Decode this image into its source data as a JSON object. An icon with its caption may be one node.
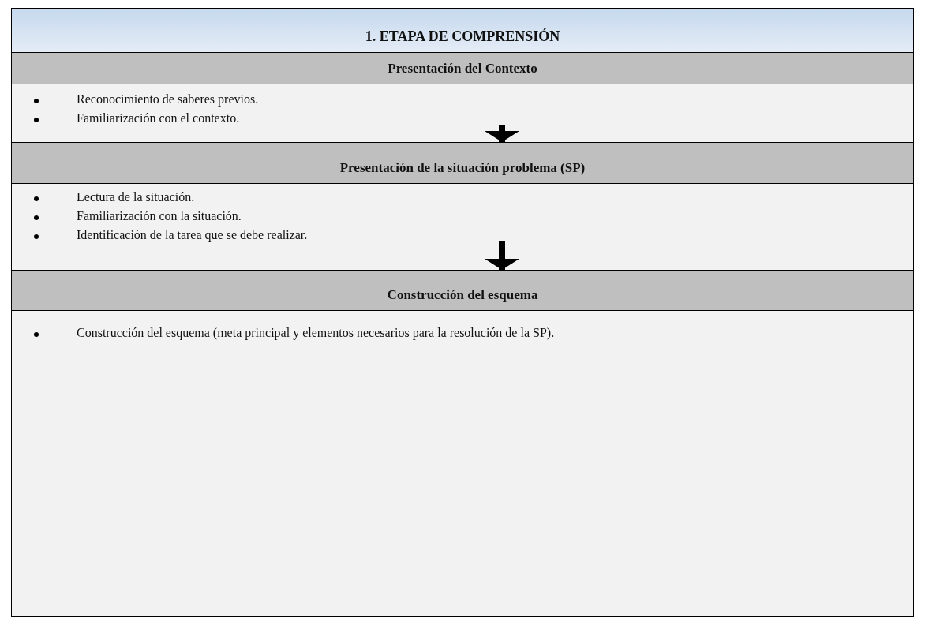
{
  "diagram": {
    "nodes": [
      {
        "text": [
          "1. ETAPA DE COMPRENSIÓN"
        ]
      },
      {
        "text": [
          "Presentación del Contexto"
        ]
      },
      {
        "text": [
          "Reconocimiento de saberes previos.",
          "Familiarización con el contexto."
        ]
      },
      {
        "text": [
          "Presentación de la situación problema (SP)"
        ]
      },
      {
        "text": [
          "Lectura de la situación.",
          "Familiarización con la situación.",
          "Identificación de la tarea que se debe realizar."
        ]
      },
      {
        "text": [
          "Construcción del esquema"
        ]
      },
      {
        "text": [
          "Construcción del esquema (meta principal y elementos necesarios para la resolución de la SP)."
        ]
      }
    ],
    "edges": [
      {
        "from": 2,
        "to": 3,
        "arrow": "to"
      },
      {
        "from": 4,
        "to": 5,
        "arrow": "to"
      }
    ]
  }
}
